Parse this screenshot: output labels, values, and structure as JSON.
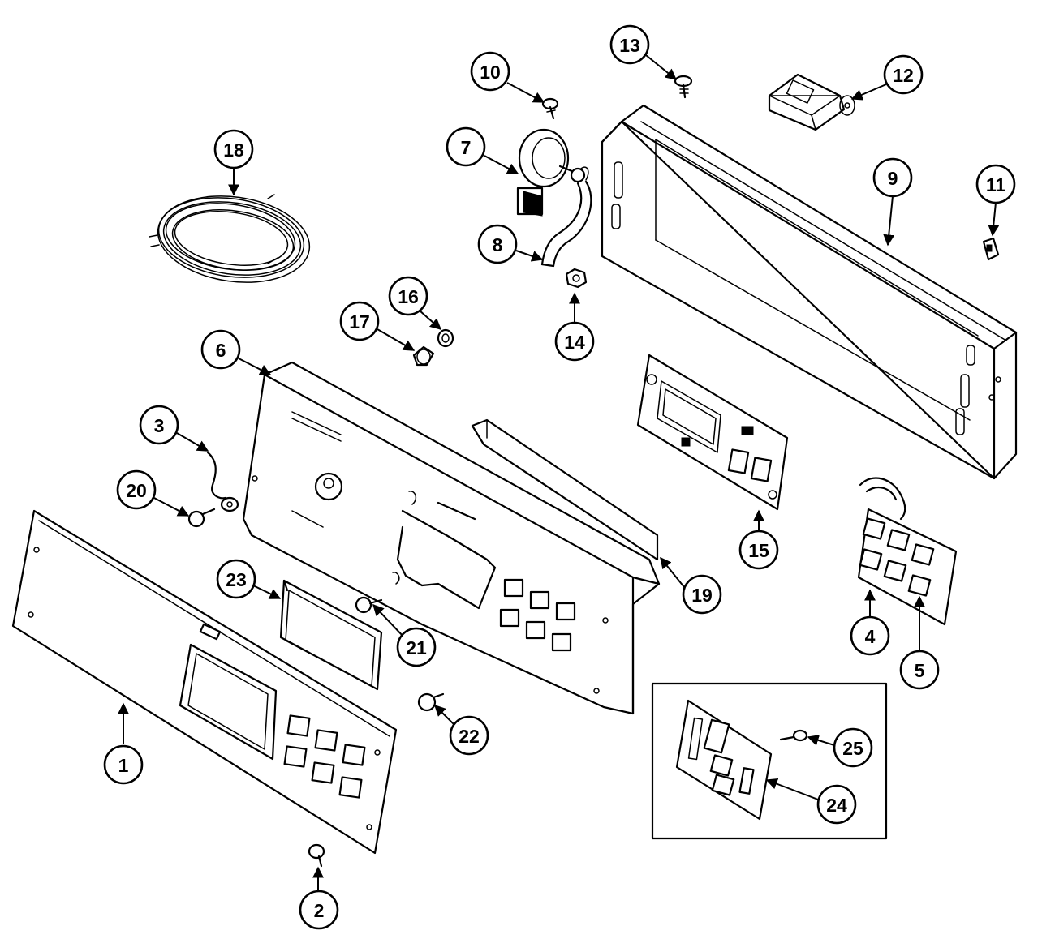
{
  "diagram": {
    "callouts": [
      {
        "id": "1",
        "label": "1"
      },
      {
        "id": "2",
        "label": "2"
      },
      {
        "id": "3",
        "label": "3"
      },
      {
        "id": "4",
        "label": "4"
      },
      {
        "id": "5",
        "label": "5"
      },
      {
        "id": "6",
        "label": "6"
      },
      {
        "id": "7",
        "label": "7"
      },
      {
        "id": "8",
        "label": "8"
      },
      {
        "id": "9",
        "label": "9"
      },
      {
        "id": "10",
        "label": "10"
      },
      {
        "id": "11",
        "label": "11"
      },
      {
        "id": "12",
        "label": "12"
      },
      {
        "id": "13",
        "label": "13"
      },
      {
        "id": "14",
        "label": "14"
      },
      {
        "id": "15",
        "label": "15"
      },
      {
        "id": "16",
        "label": "16"
      },
      {
        "id": "17",
        "label": "17"
      },
      {
        "id": "18",
        "label": "18"
      },
      {
        "id": "19",
        "label": "19"
      },
      {
        "id": "20",
        "label": "20"
      },
      {
        "id": "21",
        "label": "21"
      },
      {
        "id": "22",
        "label": "22"
      },
      {
        "id": "23",
        "label": "23"
      },
      {
        "id": "24",
        "label": "24"
      },
      {
        "id": "25",
        "label": "25"
      }
    ]
  }
}
